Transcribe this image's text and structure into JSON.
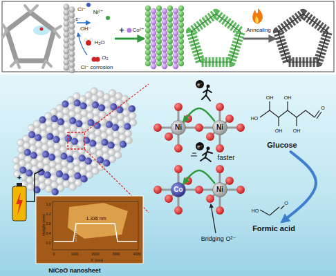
{
  "diagram": {
    "nodes": [
      {
        "text": [
          "Ni"
        ]
      },
      {
        "text": [
          "Ni"
        ]
      },
      {
        "text": [
          "Co"
        ]
      },
      {
        "text": [
          "Ni"
        ]
      },
      {
        "text": [
          "Glucose"
        ]
      },
      {
        "text": [
          "Formic acid"
        ]
      }
    ],
    "edges": [
      {
        "from": 1,
        "to": 0,
        "arrow": "to"
      },
      {
        "from": 3,
        "to": 2,
        "arrow": "to"
      },
      {
        "from": 4,
        "to": 5,
        "arrow": "to"
      }
    ],
    "labels": [
      "Cl⁻",
      "e⁻",
      "Ni²⁺",
      "OH⁻",
      "H₂O",
      "O₂",
      "Cl⁻ corrosion",
      "+",
      "Co²⁺",
      "Annealing",
      "+",
      "Height (nm)",
      "X (nm)",
      "0",
      "1000",
      "2000",
      "3000",
      "4000",
      "1.6",
      "1.2",
      "0.8",
      "0.4",
      "0.0",
      "1.336 nm",
      "NiCoO nanosheet",
      "e⁻",
      "faster",
      "e⁻",
      "Bridging O²⁻",
      "HO",
      "OH",
      "OH",
      "OH",
      "OH",
      "O",
      "HO",
      "O"
    ]
  }
}
